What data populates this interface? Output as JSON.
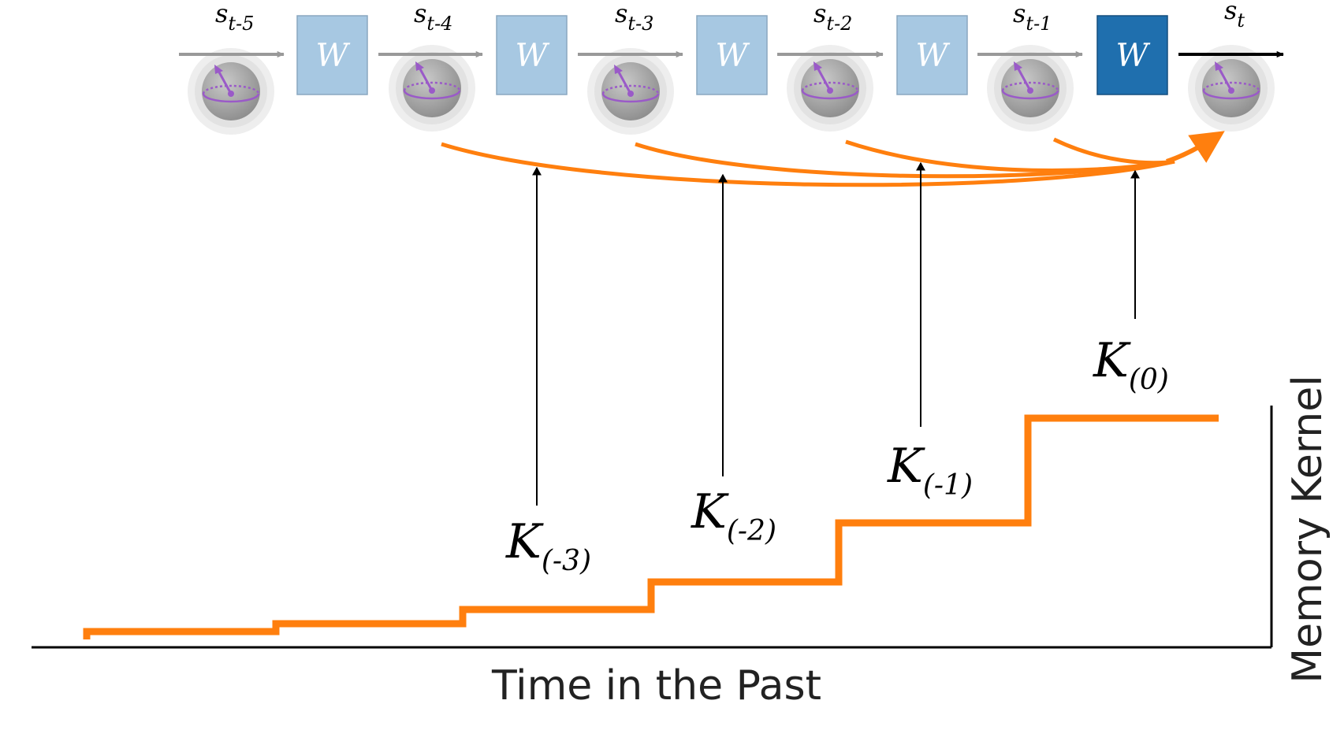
{
  "states": [
    {
      "base": "s",
      "sub": "t-5"
    },
    {
      "base": "s",
      "sub": "t-4"
    },
    {
      "base": "s",
      "sub": "t-3"
    },
    {
      "base": "s",
      "sub": "t-2"
    },
    {
      "base": "s",
      "sub": "t-1"
    },
    {
      "base": "s",
      "sub": "t"
    }
  ],
  "operator_label": "W",
  "kernels": [
    {
      "symbol": "K",
      "sub": "(-3)"
    },
    {
      "symbol": "K",
      "sub": "(-2)"
    },
    {
      "symbol": "K",
      "sub": "(-1)"
    },
    {
      "symbol": "K",
      "sub": "(0)"
    }
  ],
  "axes": {
    "x_label": "Time in the Past",
    "y_label": "Memory Kernel"
  },
  "colors": {
    "operator_light": "#a7c8e2",
    "operator_dark": "#1f6fae",
    "kernel_curve": "#ff7f0e",
    "arrow_gray": "#999999",
    "qubit_vector": "#9a5ac8"
  }
}
